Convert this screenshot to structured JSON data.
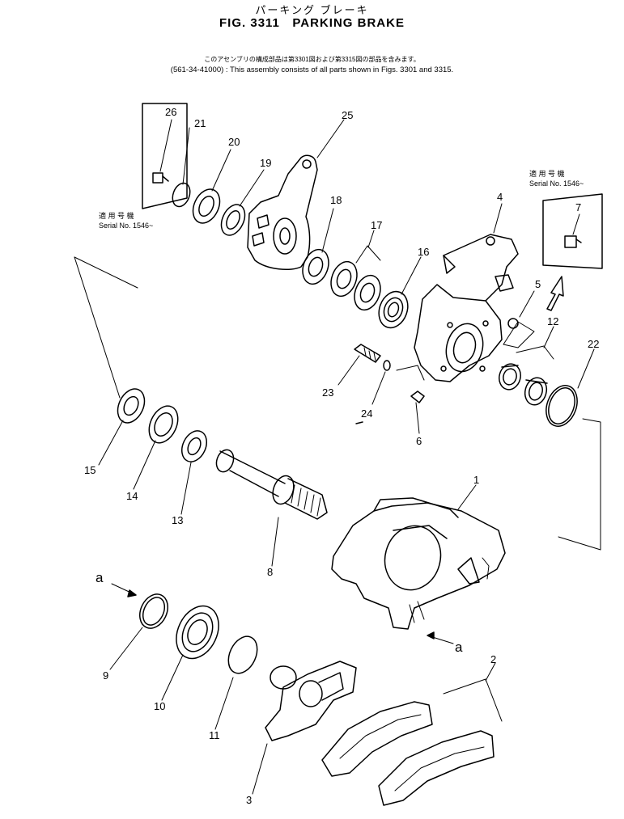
{
  "header": {
    "title_jp": "パーキング ブレーキ",
    "fig_label": "FIG. 3311",
    "title_en": "PARKING BRAKE",
    "note_jp": "このアセンブリの構成部品は第3301図および第3315図の部品を含みます。",
    "note_en": "(561-34-41000) : This assembly consists of all parts shown in Figs. 3301 and 3315."
  },
  "serial_notes": {
    "left": {
      "jp": "適 用 号 機",
      "en": "Serial No. 1546~"
    },
    "right": {
      "jp": "適 用 号 機",
      "en": "Serial No. 1546~"
    }
  },
  "section_marks": [
    "a",
    "a"
  ],
  "callouts": [
    "1",
    "2",
    "3",
    "4",
    "5",
    "6",
    "7",
    "8",
    "9",
    "10",
    "11",
    "12",
    "13",
    "14",
    "15",
    "16",
    "17",
    "18",
    "19",
    "20",
    "21",
    "22",
    "23",
    "24",
    "25",
    "26"
  ]
}
